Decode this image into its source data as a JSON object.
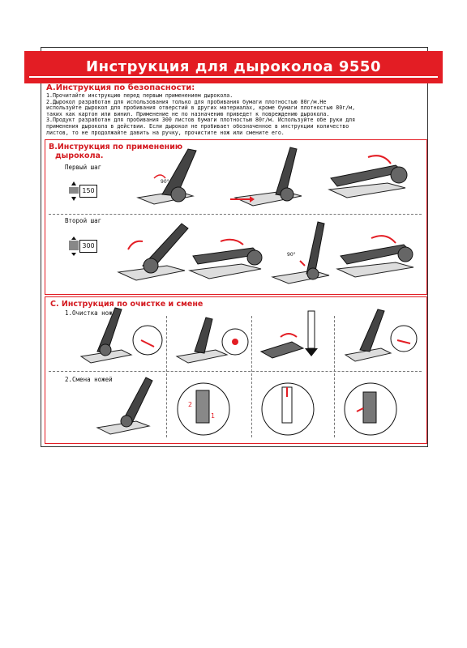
{
  "header": {
    "title": "Инструкция для дыроколоа 9550"
  },
  "section_a": {
    "title": "A.Инструкция по безопасности:",
    "lines": [
      "1.Прочитайте инструкцию перед первым применением дырокола.",
      "2.Дырокол разработан для использования только для пробивания бумаги плотностью 80г/м.Не",
      "  используйте дырокол для пробивания отверстий в других материалах, кроме бумаги плотностью 80г/м,",
      "  таких как картон или винил. Применение не по назначению приведет к повреждению дырокола.",
      "3.Продукт разработан для пробивания 300 листов бумаги плотностью 80г/м. Используйте обе руки для",
      "  применения дырокола в действии. Если дырокол не пробивает обозначенное в инструкции количество",
      "  листов, то не продолжайте давить на ручку, прочистите нож или смените его."
    ]
  },
  "section_b": {
    "title_line1": "B.Инструкция по применению",
    "title_line2": "дырокола.",
    "step1_label": "Первый шаг",
    "step1_sheets": "150",
    "step2_label": "Второй шаг",
    "step2_sheets": "300",
    "angle_label": "90°"
  },
  "section_c": {
    "title": "C. Инструкция по очистке и смене",
    "step1_label": "1.Очистка ножей",
    "step2_label": "2.Смена ножей",
    "callout_2": "2",
    "callout_1": "1"
  },
  "colors": {
    "accent_red": "#e31d24",
    "text": "#111111"
  }
}
